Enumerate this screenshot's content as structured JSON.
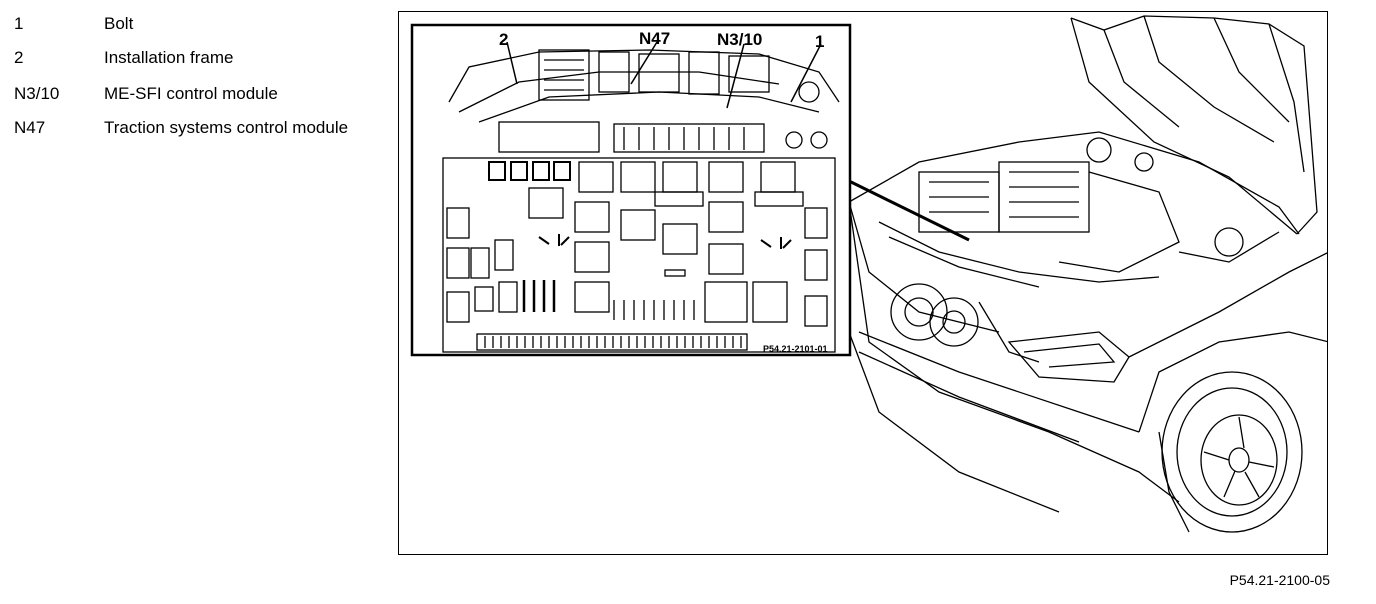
{
  "legend": [
    {
      "code": "1",
      "label": "Bolt"
    },
    {
      "code": "2",
      "label": "Installation frame"
    },
    {
      "code": "N3/10",
      "label": "ME-SFI control module"
    },
    {
      "code": "N47",
      "label": "Traction systems control module"
    }
  ],
  "callouts": {
    "c2": "2",
    "n47": "N47",
    "n310": "N3/10",
    "c1": "1"
  },
  "inset_code": "P54.21-2101-01",
  "figure_code": "P54.21-2100-05"
}
